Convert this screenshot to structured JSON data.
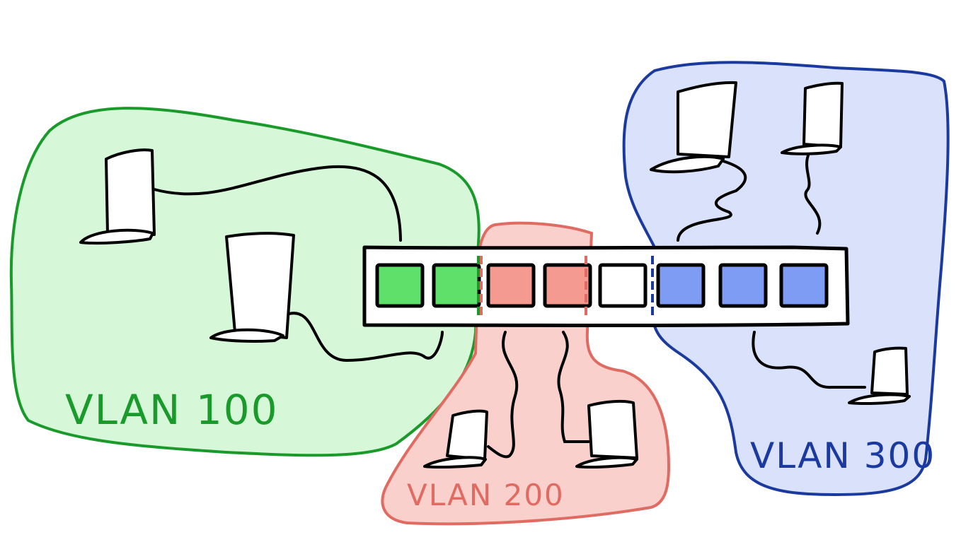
{
  "vlans": [
    {
      "label": "VLAN 100",
      "stroke": "#1a9a2a",
      "fill": "#d6f8d8",
      "text_color": "#1a9a2a"
    },
    {
      "label": "VLAN 200",
      "stroke": "#e06b62",
      "fill": "#f9d0cc",
      "text_color": "#e06b62"
    },
    {
      "label": "VLAN 300",
      "stroke": "#1b3aa0",
      "fill": "#d9e1fb",
      "text_color": "#1b3aa0"
    }
  ],
  "switch": {
    "ports": [
      {
        "vlan": "VLAN 100",
        "color": "#5fe06a"
      },
      {
        "vlan": "VLAN 100",
        "color": "#5fe06a"
      },
      {
        "vlan": "VLAN 200",
        "color": "#f59a90"
      },
      {
        "vlan": "VLAN 200",
        "color": "#f59a90"
      },
      {
        "vlan": "",
        "color": "#ffffff"
      },
      {
        "vlan": "VLAN 300",
        "color": "#7f9cf5"
      },
      {
        "vlan": "VLAN 300",
        "color": "#7f9cf5"
      },
      {
        "vlan": "VLAN 300",
        "color": "#7f9cf5"
      }
    ]
  },
  "icons": {
    "computer": "laptop-icon",
    "switch": "network-switch-icon"
  }
}
